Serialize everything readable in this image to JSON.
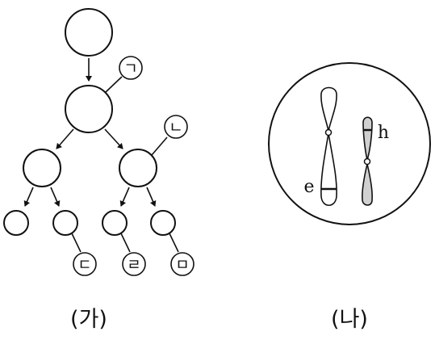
{
  "panel_ga": {
    "caption": "(가)",
    "callouts": {
      "giyeok": "ㄱ",
      "nieun": "ㄴ",
      "digeut": "ㄷ",
      "rieul": "ㄹ",
      "mieum": "ㅁ"
    }
  },
  "panel_na": {
    "caption": "(나)",
    "chromosome_labels": {
      "left": "e",
      "right": "h"
    }
  },
  "colors": {
    "stroke": "#111111",
    "chromosome_fill": "#d0d0d0",
    "background": "#ffffff"
  }
}
